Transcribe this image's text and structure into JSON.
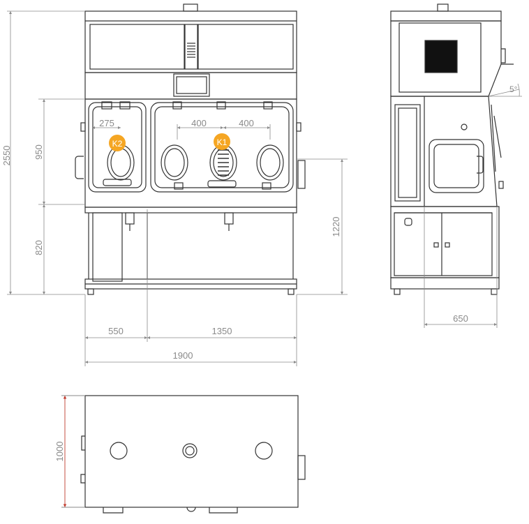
{
  "dimensions": {
    "total_height": "2550",
    "chamber_height": "950",
    "stand_height": "820",
    "side_height": "1220",
    "port_spacing_left": "275",
    "port_spacing_mid": "400",
    "port_spacing_right": "400",
    "section_left": "550",
    "section_right": "1350",
    "total_width": "1900",
    "side_depth": "650",
    "top_depth": "1000",
    "window_angle": "5°"
  },
  "labels": {
    "k1": "K1",
    "k2": "K2"
  },
  "colors": {
    "line": "#333333",
    "dim": "#8a8a8a",
    "badge": "#f5a623",
    "arrow_red": "#c0392b"
  }
}
